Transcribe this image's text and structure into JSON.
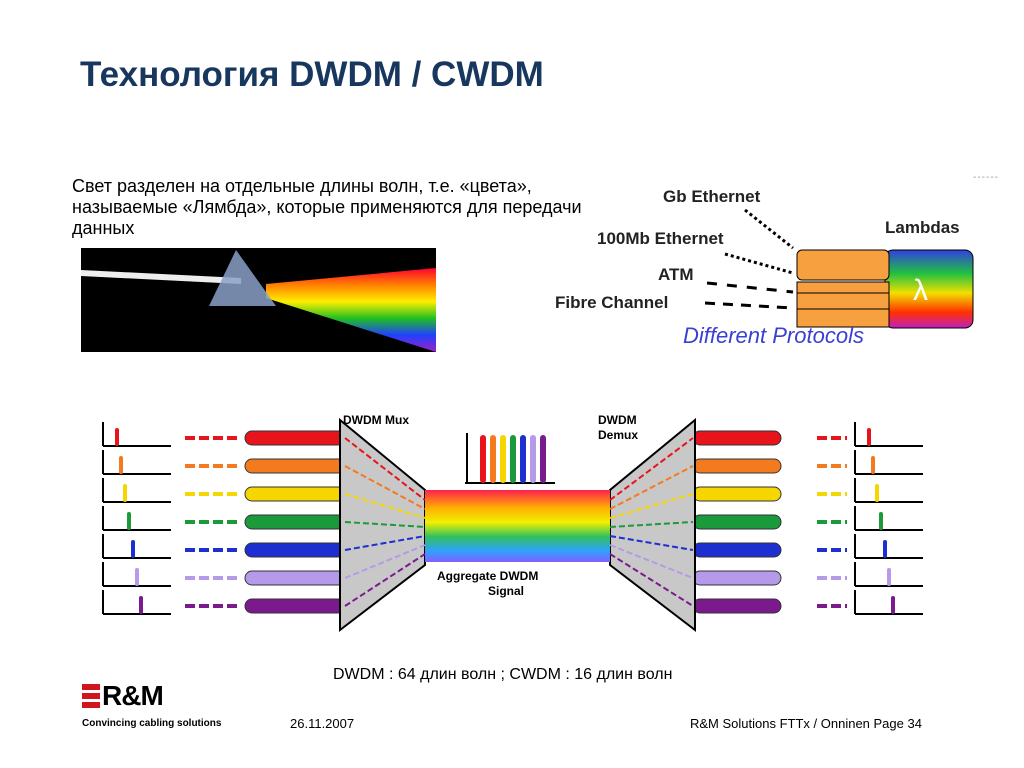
{
  "title": "Технология DWDM / CWDM",
  "intro": "Свет разделен на отдельные длины волн, т.е. «цвета», называемые «Лямбда», которые применяются для передачи данных",
  "protocols": {
    "labels": [
      "Gb Ethernet",
      "100Mb Ethernet",
      "ATM",
      "Fibre Channel"
    ],
    "lambdas": "Lambdas",
    "caption": "Different Protocols"
  },
  "dwdm": {
    "mux": "DWDM Mux",
    "demux_1": "DWDM",
    "demux_2": "Demux",
    "aggregate_1": "Aggregate DWDM",
    "aggregate_2": "Signal",
    "colors": [
      "#e8141b",
      "#f47a20",
      "#f5d600",
      "#1a9a3a",
      "#1d2fd0",
      "#b49ae8",
      "#7a1a8c"
    ]
  },
  "note": "DWDM : 64 длин волн ; CWDM : 16 длин волн",
  "footer": {
    "logo": "R&M",
    "tagline": "Convincing cabling solutions",
    "date": "26.11.2007",
    "source": "R&M Solutions FTTx / Onninen  Page 34"
  }
}
